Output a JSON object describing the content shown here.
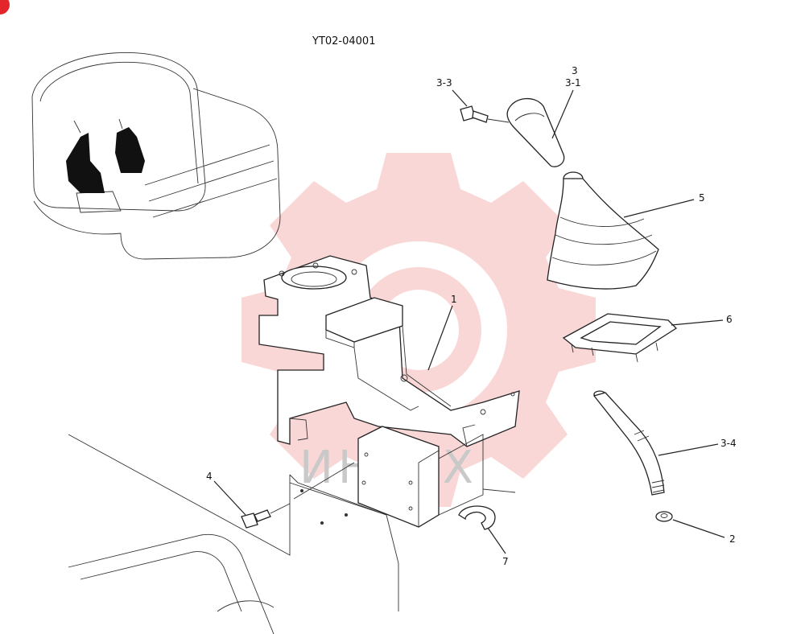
{
  "diagram": {
    "title": "YT02-04001",
    "watermark_text": "ИНТЕХ",
    "colors": {
      "watermark_gear": "#f6b7b7",
      "corner_badge": "#e3262b",
      "line": "#222222"
    },
    "callouts": [
      {
        "id": "c-3",
        "text": "3"
      },
      {
        "id": "c-3-1",
        "text": "3-1"
      },
      {
        "id": "c-3-3",
        "text": "3-3"
      },
      {
        "id": "c-5",
        "text": "5"
      },
      {
        "id": "c-1",
        "text": "1"
      },
      {
        "id": "c-6",
        "text": "6"
      },
      {
        "id": "c-3-4",
        "text": "3-4"
      },
      {
        "id": "c-4",
        "text": "4"
      },
      {
        "id": "c-2",
        "text": "2"
      },
      {
        "id": "c-7",
        "text": "7"
      }
    ]
  }
}
